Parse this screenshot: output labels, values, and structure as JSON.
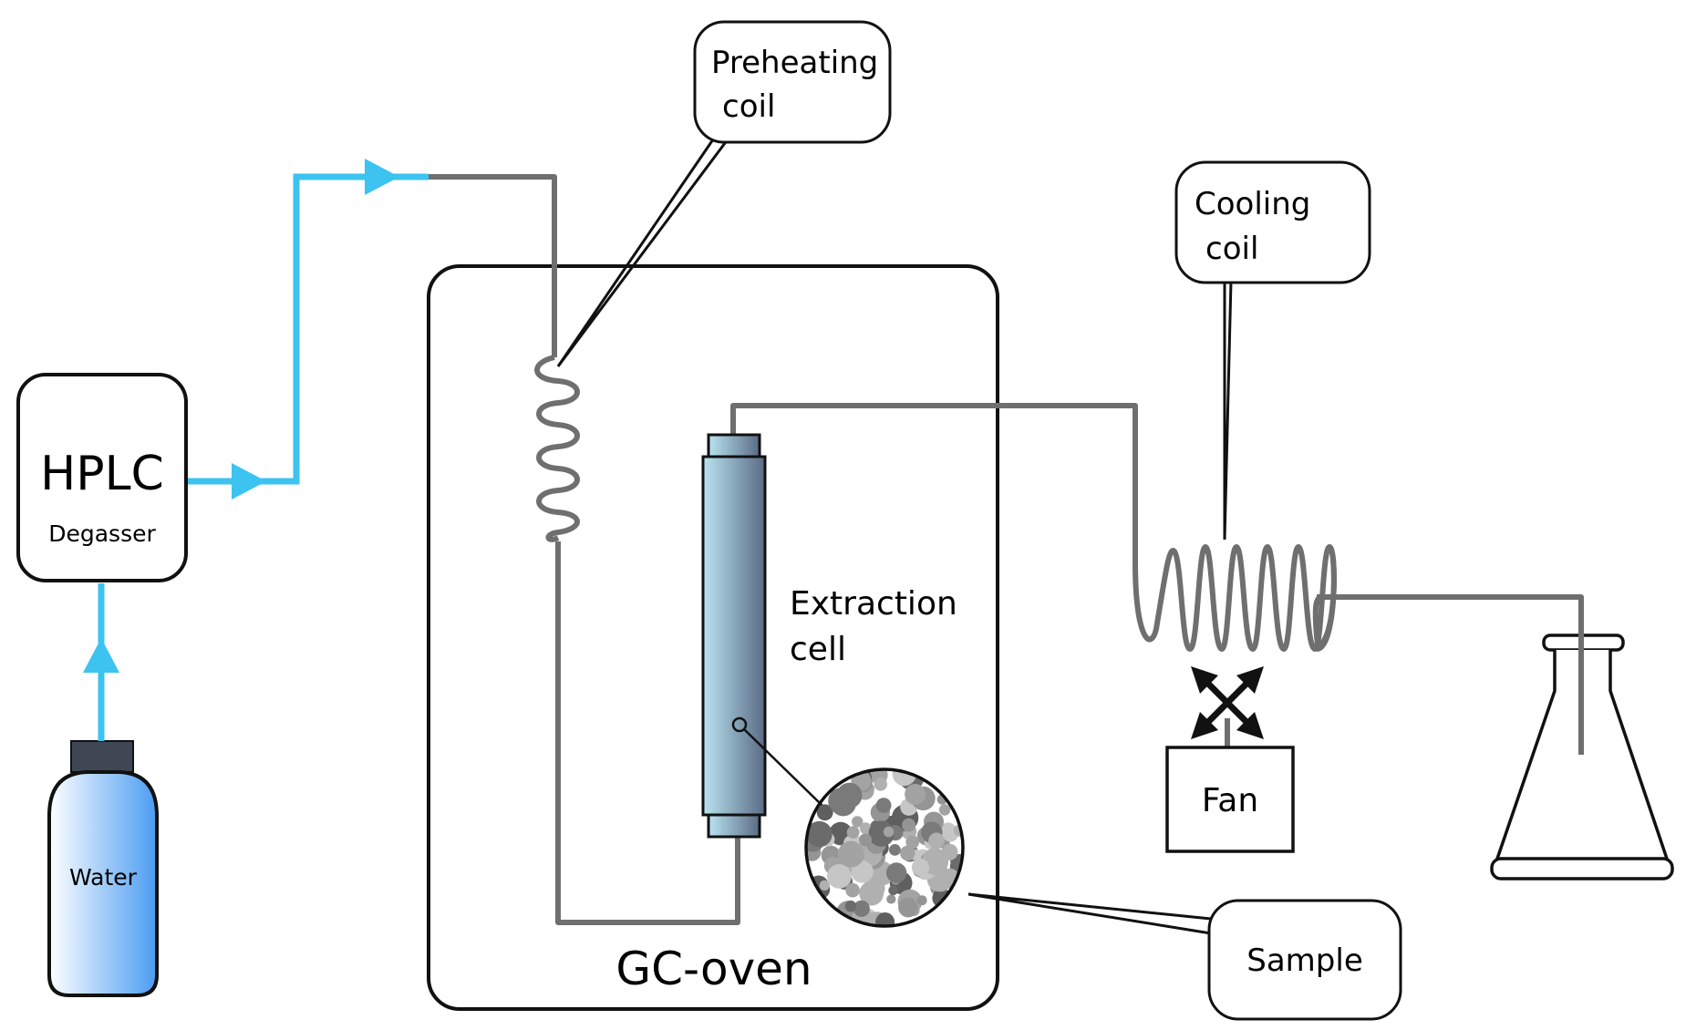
{
  "labels": {
    "hplc": "HPLC",
    "degasser": "Degasser",
    "water": "Water",
    "preheating_line1": "Preheating",
    "preheating_line2": "coil",
    "extraction_line1": "Extraction",
    "extraction_line2": "cell",
    "gc_oven": "GC-oven",
    "cooling_line1": "Cooling",
    "cooling_line2": "coil",
    "fan": "Fan",
    "sample": "Sample"
  },
  "colors": {
    "water_flow": "#3cc3f0",
    "tubing": "#6f6f6f",
    "outline": "#111111",
    "cell_gradient_start": "#b9e4f0",
    "cell_gradient_end": "#5b6b86",
    "bottle_gradient_start": "#ffffff",
    "bottle_gradient_end": "#4a9cf2",
    "bottle_cap": "#3f4654"
  }
}
